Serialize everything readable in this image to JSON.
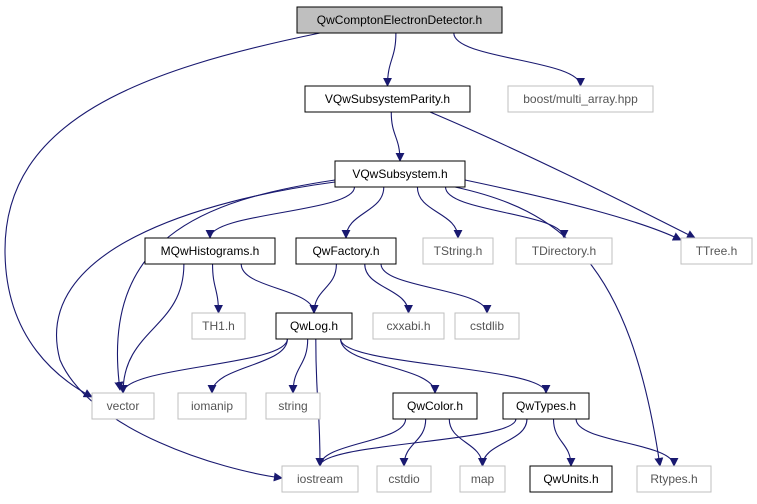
{
  "graph": {
    "nodes": [
      {
        "id": "root",
        "label": "QwComptonElectronDetector.h",
        "style": "root"
      },
      {
        "id": "vparity",
        "label": "VQwSubsystemParity.h",
        "style": "solid"
      },
      {
        "id": "multiarray",
        "label": "boost/multi_array.hpp",
        "style": "ghost"
      },
      {
        "id": "vsubsys",
        "label": "VQwSubsystem.h",
        "style": "solid"
      },
      {
        "id": "mhist",
        "label": "MQwHistograms.h",
        "style": "solid"
      },
      {
        "id": "factory",
        "label": "QwFactory.h",
        "style": "solid"
      },
      {
        "id": "tstring",
        "label": "TString.h",
        "style": "ghost"
      },
      {
        "id": "tdirectory",
        "label": "TDirectory.h",
        "style": "ghost"
      },
      {
        "id": "ttree",
        "label": "TTree.h",
        "style": "ghost"
      },
      {
        "id": "th1",
        "label": "TH1.h",
        "style": "ghost"
      },
      {
        "id": "qwlog",
        "label": "QwLog.h",
        "style": "solid"
      },
      {
        "id": "cxxabi",
        "label": "cxxabi.h",
        "style": "ghost"
      },
      {
        "id": "cstdlib",
        "label": "cstdlib",
        "style": "ghost"
      },
      {
        "id": "vector",
        "label": "vector",
        "style": "ghost"
      },
      {
        "id": "iomanip",
        "label": "iomanip",
        "style": "ghost"
      },
      {
        "id": "string",
        "label": "string",
        "style": "ghost"
      },
      {
        "id": "qwcolor",
        "label": "QwColor.h",
        "style": "solid"
      },
      {
        "id": "qwtypes",
        "label": "QwTypes.h",
        "style": "solid"
      },
      {
        "id": "iostream",
        "label": "iostream",
        "style": "ghost"
      },
      {
        "id": "cstdio",
        "label": "cstdio",
        "style": "ghost"
      },
      {
        "id": "map",
        "label": "map",
        "style": "ghost"
      },
      {
        "id": "qwunits",
        "label": "QwUnits.h",
        "style": "solid"
      },
      {
        "id": "rtypes",
        "label": "Rtypes.h",
        "style": "ghost"
      }
    ],
    "edges": [
      [
        "root",
        "vparity"
      ],
      [
        "root",
        "multiarray"
      ],
      [
        "root",
        "vector"
      ],
      [
        "vparity",
        "vsubsys"
      ],
      [
        "vparity",
        "ttree"
      ],
      [
        "vsubsys",
        "mhist"
      ],
      [
        "vsubsys",
        "factory"
      ],
      [
        "vsubsys",
        "tstring"
      ],
      [
        "vsubsys",
        "tdirectory"
      ],
      [
        "vsubsys",
        "ttree"
      ],
      [
        "vsubsys",
        "vector"
      ],
      [
        "vsubsys",
        "iostream"
      ],
      [
        "vsubsys",
        "rtypes"
      ],
      [
        "mhist",
        "th1"
      ],
      [
        "mhist",
        "qwlog"
      ],
      [
        "mhist",
        "vector"
      ],
      [
        "factory",
        "qwlog"
      ],
      [
        "factory",
        "cxxabi"
      ],
      [
        "factory",
        "cstdlib"
      ],
      [
        "qwlog",
        "vector"
      ],
      [
        "qwlog",
        "iomanip"
      ],
      [
        "qwlog",
        "string"
      ],
      [
        "qwlog",
        "iostream"
      ],
      [
        "qwlog",
        "qwcolor"
      ],
      [
        "qwlog",
        "qwtypes"
      ],
      [
        "qwcolor",
        "iostream"
      ],
      [
        "qwcolor",
        "cstdio"
      ],
      [
        "qwcolor",
        "map"
      ],
      [
        "qwtypes",
        "iostream"
      ],
      [
        "qwtypes",
        "map"
      ],
      [
        "qwtypes",
        "qwunits"
      ],
      [
        "qwtypes",
        "rtypes"
      ]
    ]
  }
}
